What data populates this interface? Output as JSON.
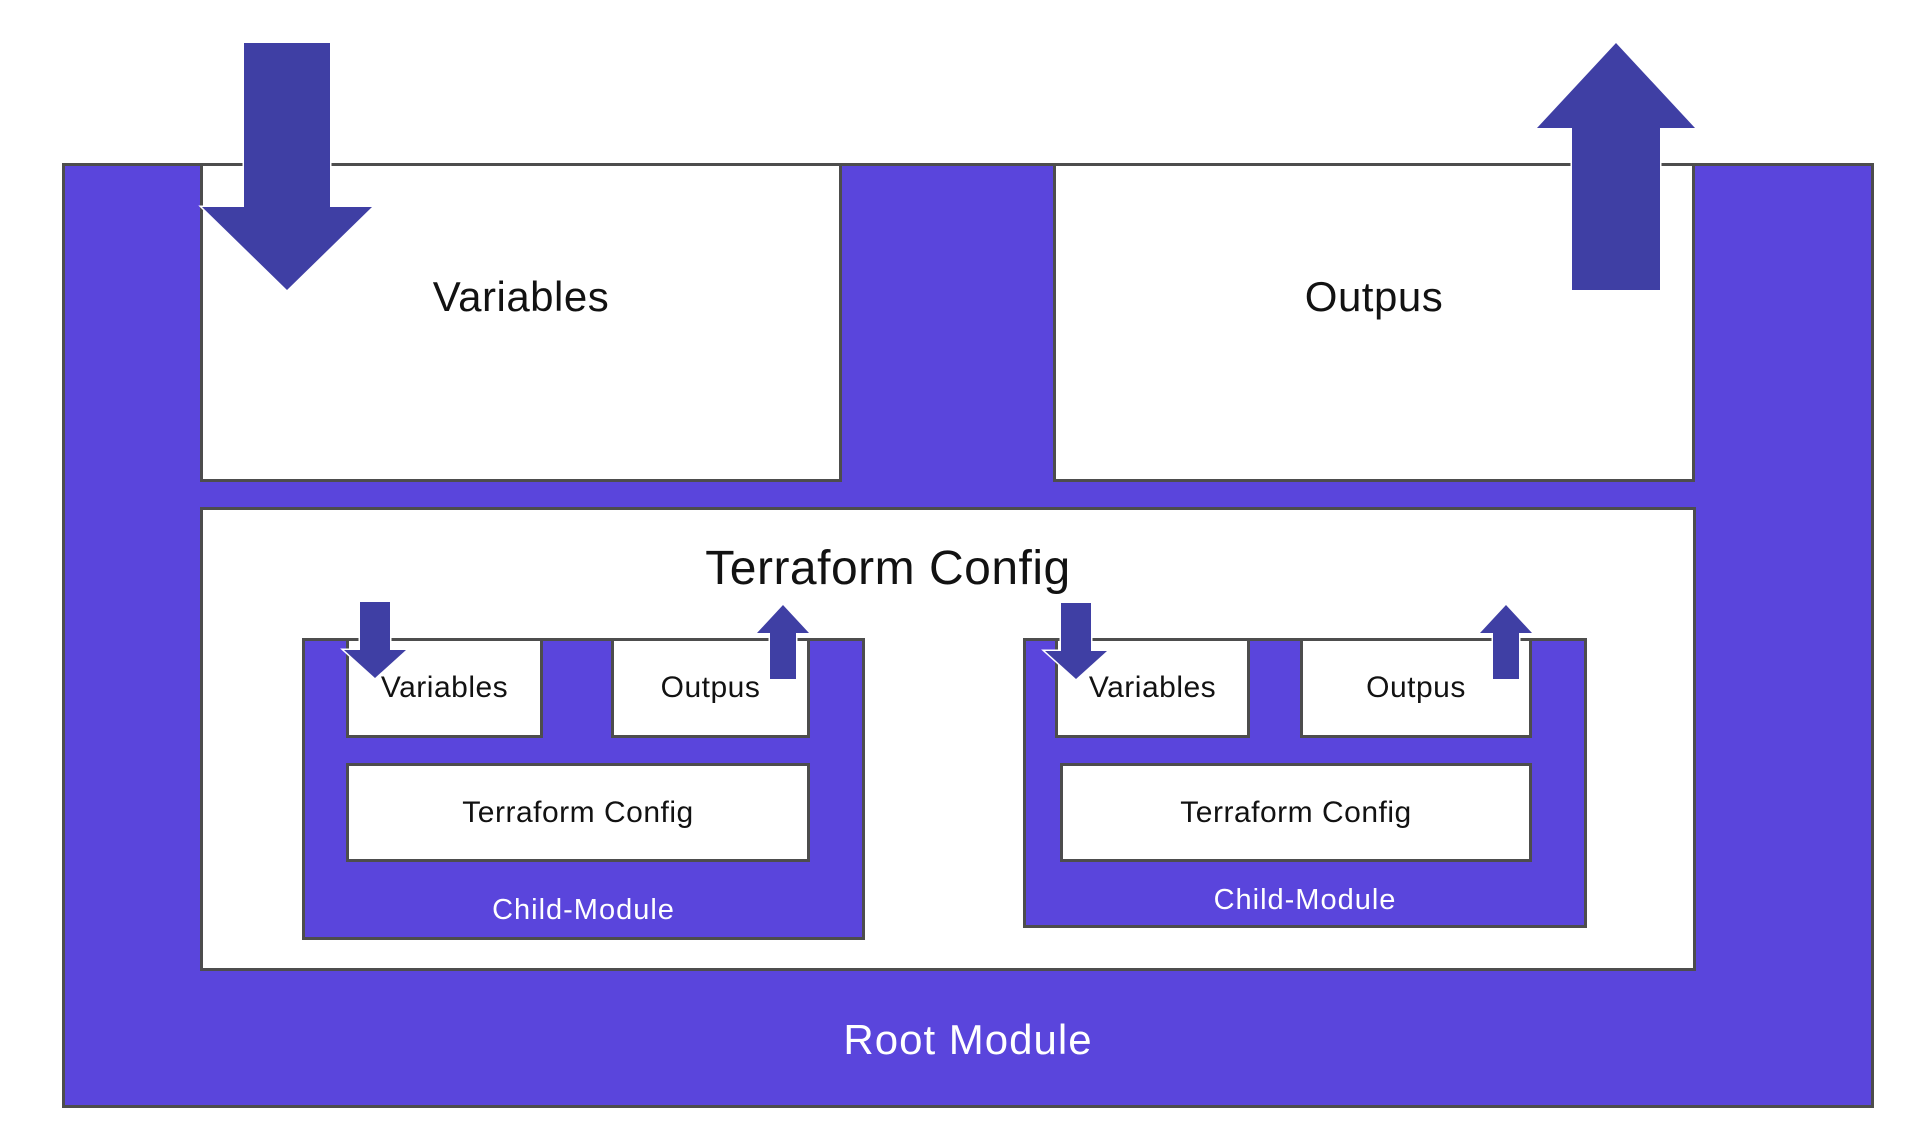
{
  "colors": {
    "purple": "#5a45dc",
    "arrow": "#3f3fa4",
    "border": "#4d4d4d",
    "text-dark": "#121212",
    "text-light": "#ffffff"
  },
  "root": {
    "label": "Root Module",
    "variables_label": "Variables",
    "outputs_label": "Outpus"
  },
  "config": {
    "title": "Terraform Config"
  },
  "children": [
    {
      "name": "Child-Module",
      "variables_label": "Variables",
      "outputs_label": "Outpus",
      "config_label": "Terraform Config"
    },
    {
      "name": "Child-Module",
      "variables_label": "Variables",
      "outputs_label": "Outpus",
      "config_label": "Terraform Config"
    }
  ],
  "icons": {
    "input_arrow": "down-arrow",
    "output_arrow": "up-arrow"
  }
}
